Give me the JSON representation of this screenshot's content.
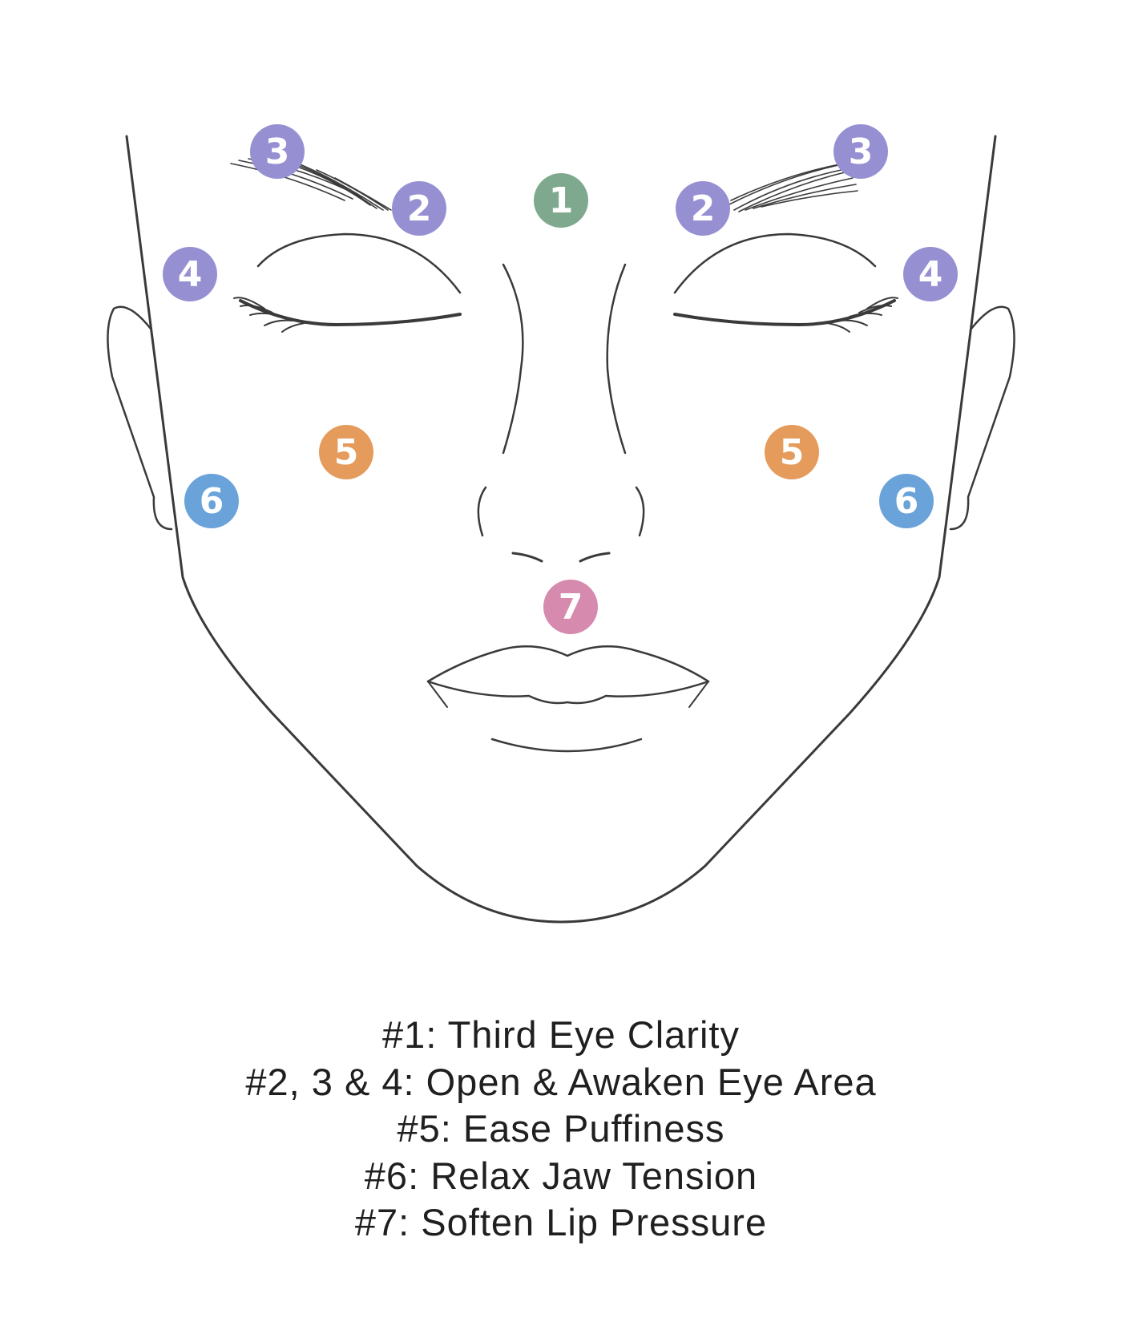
{
  "colors": {
    "line": "#3a3a3a",
    "green": "#7fa98f",
    "purple": "#9690d2",
    "orange": "#e49b5c",
    "blue": "#6aa3da",
    "pink": "#d58aae"
  },
  "markers": [
    {
      "id": "1",
      "label": "1",
      "color": "green"
    },
    {
      "id": "2-left",
      "label": "2",
      "color": "purple"
    },
    {
      "id": "2-right",
      "label": "2",
      "color": "purple"
    },
    {
      "id": "3-left",
      "label": "3",
      "color": "purple"
    },
    {
      "id": "3-right",
      "label": "3",
      "color": "purple"
    },
    {
      "id": "4-left",
      "label": "4",
      "color": "purple"
    },
    {
      "id": "4-right",
      "label": "4",
      "color": "purple"
    },
    {
      "id": "5-left",
      "label": "5",
      "color": "orange"
    },
    {
      "id": "5-right",
      "label": "5",
      "color": "orange"
    },
    {
      "id": "6-left",
      "label": "6",
      "color": "blue"
    },
    {
      "id": "6-right",
      "label": "6",
      "color": "blue"
    },
    {
      "id": "7",
      "label": "7",
      "color": "pink"
    }
  ],
  "legend": [
    "#1: Third Eye Clarity",
    "#2, 3 & 4: Open & Awaken Eye Area",
    "#5: Ease Puffiness",
    "#6: Relax Jaw Tension",
    "#7: Soften Lip Pressure"
  ]
}
